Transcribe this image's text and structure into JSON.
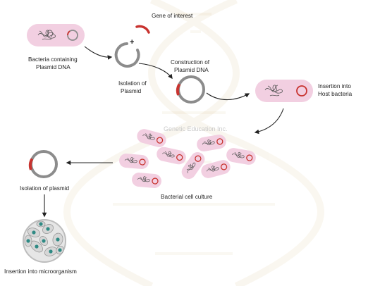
{
  "labels": {
    "gene_of_interest": "Gene of interest",
    "bacteria_line1": "Bacteria containing",
    "bacteria_line2": "Plasmid DNA",
    "isolation_line1": "Isolation of",
    "isolation_line2": "Plasmid",
    "construction_line1": "Construction of",
    "construction_line2": "Plasmid DNA",
    "insertion_line1": "Insertion into",
    "insertion_line2": "Host bacteria",
    "culture": "Bacterial cell culture",
    "isolation_plasmid": "Isolation of plasmid",
    "insertion_micro": "Insertion into microorganism",
    "plus": "+"
  },
  "watermark": "Genetic Education Inc.",
  "colors": {
    "bacteria_fill": "#f2cfe1",
    "plasmid_ring": "#8c8c8c",
    "gene_red": "#c8332f",
    "arrow": "#222222",
    "cell_teal": "#2f8a84",
    "dish_fill": "#d6d6d6"
  },
  "icons": [
    "bacterium-icon",
    "plasmid-icon",
    "gene-fragment-icon",
    "arrow-icon",
    "petri-dish-icon",
    "dna-helix-watermark"
  ]
}
